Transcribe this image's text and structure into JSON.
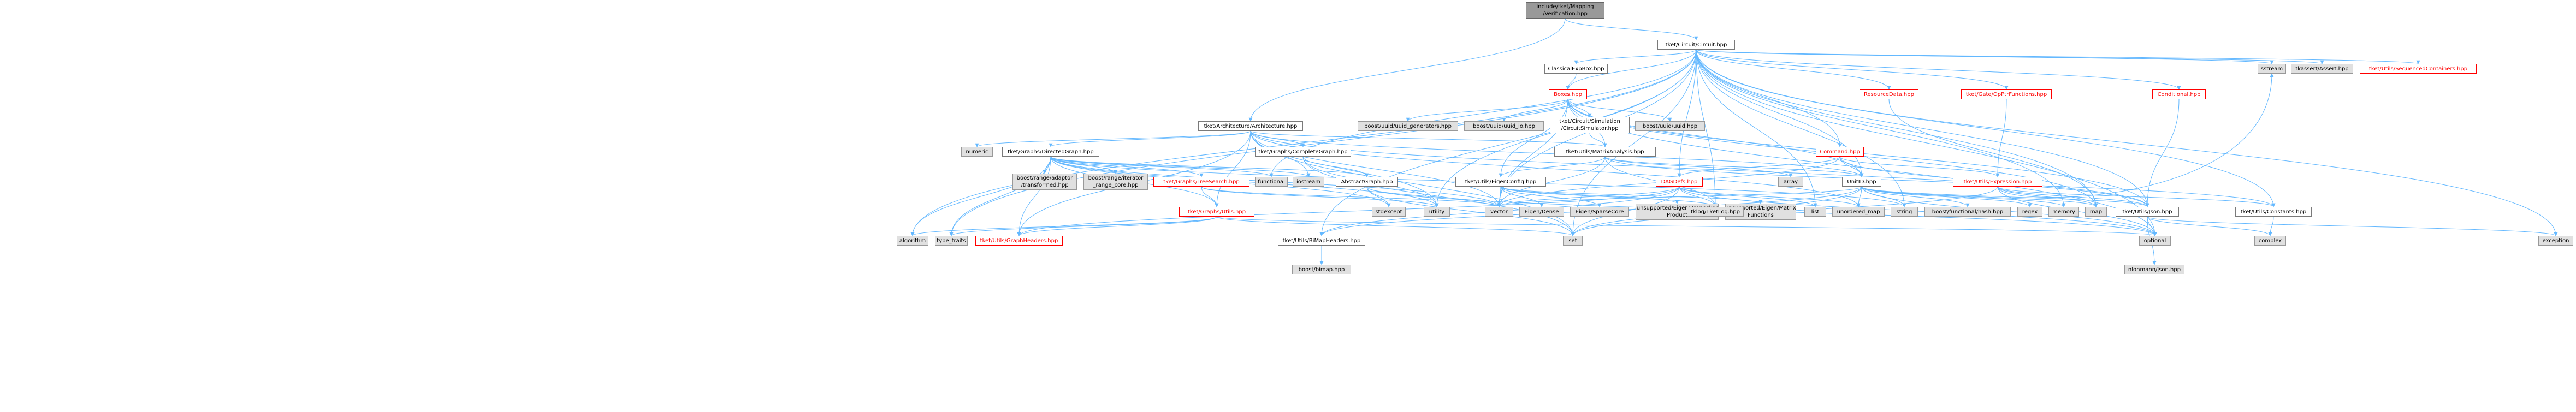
{
  "colors": {
    "edge": "#63b8ff",
    "edge_head": "#63b8ff",
    "source_fill": "#999999",
    "local_fill": "#ffffff",
    "local_border": "#666666",
    "broken_text": "#ff0000",
    "system_fill": "#e0e0e0"
  },
  "nodes": {
    "n00": {
      "label": "include/tket/Mapping\n/Verification.hpp",
      "kind": "source"
    },
    "n01": {
      "label": "tket/Circuit/Circuit.hpp",
      "kind": "local"
    },
    "n02": {
      "label": "tket/Architecture/Architecture.hpp",
      "kind": "local"
    },
    "n03": {
      "label": "ClassicalExpBox.hpp",
      "kind": "local"
    },
    "n04": {
      "label": "Boxes.hpp",
      "kind": "broken"
    },
    "n05": {
      "label": "ResourceData.hpp",
      "kind": "broken"
    },
    "n06": {
      "label": "tket/Gate/OpPtrFunctions.hpp",
      "kind": "broken"
    },
    "n07": {
      "label": "Conditional.hpp",
      "kind": "broken"
    },
    "n08": {
      "label": "sstream",
      "kind": "system"
    },
    "n09": {
      "label": "tkassert/Assert.hpp",
      "kind": "system"
    },
    "n10": {
      "label": "tket/Utils/SequencedContainers.hpp",
      "kind": "broken"
    },
    "n11": {
      "label": "boost/uuid/uuid_generators.hpp",
      "kind": "system"
    },
    "n12": {
      "label": "boost/uuid/uuid_io.hpp",
      "kind": "system"
    },
    "n13": {
      "label": "tket/Circuit/Simulation\n/CircuitSimulator.hpp",
      "kind": "local"
    },
    "n14": {
      "label": "boost/uuid/uuid.hpp",
      "kind": "system"
    },
    "n15": {
      "label": "numeric",
      "kind": "system"
    },
    "n16": {
      "label": "tket/Graphs/DirectedGraph.hpp",
      "kind": "local"
    },
    "n17": {
      "label": "tket/Graphs/CompleteGraph.hpp",
      "kind": "local"
    },
    "n18": {
      "label": "tket/Utils/MatrixAnalysis.hpp",
      "kind": "local"
    },
    "n19": {
      "label": "Command.hpp",
      "kind": "broken"
    },
    "n20": {
      "label": "boost/range/adaptor\n/transformed.hpp",
      "kind": "system"
    },
    "n21": {
      "label": "boost/range/iterator\n_range_core.hpp",
      "kind": "system"
    },
    "n22": {
      "label": "tket/Graphs/TreeSearch.hpp",
      "kind": "broken"
    },
    "n23": {
      "label": "functional",
      "kind": "system"
    },
    "n24": {
      "label": "iostream",
      "kind": "system"
    },
    "n25": {
      "label": "AbstractGraph.hpp",
      "kind": "local"
    },
    "n26": {
      "label": "tket/Utils/EigenConfig.hpp",
      "kind": "local"
    },
    "n27": {
      "label": "DAGDefs.hpp",
      "kind": "broken"
    },
    "n28": {
      "label": "array",
      "kind": "system"
    },
    "n29": {
      "label": "UnitID.hpp",
      "kind": "local"
    },
    "n30": {
      "label": "tket/Utils/Expression.hpp",
      "kind": "broken"
    },
    "n31": {
      "label": "tket/Graphs/Utils.hpp",
      "kind": "broken"
    },
    "n32": {
      "label": "stdexcept",
      "kind": "system"
    },
    "n33": {
      "label": "utility",
      "kind": "system"
    },
    "n34": {
      "label": "vector",
      "kind": "system"
    },
    "n35": {
      "label": "Eigen/Dense",
      "kind": "system"
    },
    "n36": {
      "label": "Eigen/SparseCore",
      "kind": "system"
    },
    "n37": {
      "label": "unsupported/Eigen/Kronecker\nProduct",
      "kind": "system"
    },
    "n38": {
      "label": "unsupported/Eigen/Matrix\nFunctions",
      "kind": "system"
    },
    "n39": {
      "label": "tklog/TketLog.hpp",
      "kind": "system"
    },
    "n40": {
      "label": "list",
      "kind": "system"
    },
    "n41": {
      "label": "unordered_map",
      "kind": "system"
    },
    "n42": {
      "label": "string",
      "kind": "system"
    },
    "n43": {
      "label": "boost/functional/hash.hpp",
      "kind": "system"
    },
    "n44": {
      "label": "regex",
      "kind": "system"
    },
    "n45": {
      "label": "memory",
      "kind": "system"
    },
    "n46": {
      "label": "map",
      "kind": "system"
    },
    "n47": {
      "label": "tket/Utils/Json.hpp",
      "kind": "local"
    },
    "n48": {
      "label": "tket/Utils/Constants.hpp",
      "kind": "local"
    },
    "n49": {
      "label": "algorithm",
      "kind": "system"
    },
    "n50": {
      "label": "type_traits",
      "kind": "system"
    },
    "n51": {
      "label": "tket/Utils/GraphHeaders.hpp",
      "kind": "broken"
    },
    "n52": {
      "label": "set",
      "kind": "system"
    },
    "n53": {
      "label": "tket/Utils/BiMapHeaders.hpp",
      "kind": "local"
    },
    "n54": {
      "label": "optional",
      "kind": "system"
    },
    "n55": {
      "label": "nlohmann/json.hpp",
      "kind": "system"
    },
    "n56": {
      "label": "complex",
      "kind": "system"
    },
    "n57": {
      "label": "exception",
      "kind": "system"
    },
    "n58": {
      "label": "boost/bimap.hpp",
      "kind": "system"
    }
  },
  "edges": [
    [
      "n00",
      "n01"
    ],
    [
      "n00",
      "n02"
    ],
    [
      "n01",
      "n03"
    ],
    [
      "n01",
      "n04"
    ],
    [
      "n01",
      "n05"
    ],
    [
      "n01",
      "n06"
    ],
    [
      "n01",
      "n07"
    ],
    [
      "n01",
      "n08"
    ],
    [
      "n01",
      "n09"
    ],
    [
      "n01",
      "n10"
    ],
    [
      "n01",
      "n19"
    ],
    [
      "n01",
      "n29"
    ],
    [
      "n01",
      "n27"
    ],
    [
      "n01",
      "n47"
    ],
    [
      "n01",
      "n48"
    ],
    [
      "n01",
      "n45"
    ],
    [
      "n01",
      "n46"
    ],
    [
      "n01",
      "n40"
    ],
    [
      "n01",
      "n34"
    ],
    [
      "n01",
      "n33"
    ],
    [
      "n01",
      "n49"
    ],
    [
      "n01",
      "n50"
    ],
    [
      "n01",
      "n54"
    ],
    [
      "n01",
      "n57"
    ],
    [
      "n01",
      "n23"
    ],
    [
      "n01",
      "n39"
    ],
    [
      "n01",
      "n53"
    ],
    [
      "n01",
      "n52"
    ],
    [
      "n01",
      "n42"
    ],
    [
      "n02",
      "n15"
    ],
    [
      "n02",
      "n16"
    ],
    [
      "n02",
      "n17"
    ],
    [
      "n02",
      "n29"
    ],
    [
      "n02",
      "n18"
    ],
    [
      "n02",
      "n24"
    ],
    [
      "n02",
      "n33"
    ],
    [
      "n02",
      "n34"
    ],
    [
      "n02",
      "n52"
    ],
    [
      "n02",
      "n41"
    ],
    [
      "n02",
      "n47"
    ],
    [
      "n02",
      "n51"
    ],
    [
      "n02",
      "n31"
    ],
    [
      "n03",
      "n04"
    ],
    [
      "n04",
      "n11"
    ],
    [
      "n04",
      "n12"
    ],
    [
      "n04",
      "n13"
    ],
    [
      "n04",
      "n14"
    ],
    [
      "n04",
      "n18"
    ],
    [
      "n04",
      "n26"
    ],
    [
      "n04",
      "n29"
    ],
    [
      "n04",
      "n47"
    ],
    [
      "n04",
      "n34"
    ],
    [
      "n04",
      "n46"
    ],
    [
      "n04",
      "n54"
    ],
    [
      "n05",
      "n46"
    ],
    [
      "n06",
      "n30"
    ],
    [
      "n07",
      "n47"
    ],
    [
      "n13",
      "n18"
    ],
    [
      "n16",
      "n20"
    ],
    [
      "n16",
      "n21"
    ],
    [
      "n16",
      "n22"
    ],
    [
      "n16",
      "n23"
    ],
    [
      "n16",
      "n24"
    ],
    [
      "n16",
      "n25"
    ],
    [
      "n16",
      "n31"
    ],
    [
      "n16",
      "n32"
    ],
    [
      "n16",
      "n33"
    ],
    [
      "n16",
      "n34"
    ],
    [
      "n16",
      "n49"
    ],
    [
      "n16",
      "n50"
    ],
    [
      "n16",
      "n51"
    ],
    [
      "n16",
      "n42"
    ],
    [
      "n17",
      "n25"
    ],
    [
      "n17",
      "n33"
    ],
    [
      "n17",
      "n52"
    ],
    [
      "n18",
      "n26"
    ],
    [
      "n18",
      "n28"
    ],
    [
      "n18",
      "n29"
    ],
    [
      "n18",
      "n48"
    ],
    [
      "n18",
      "n34"
    ],
    [
      "n18",
      "n39"
    ],
    [
      "n19",
      "n27"
    ],
    [
      "n19",
      "n29"
    ],
    [
      "n19",
      "n47"
    ],
    [
      "n19",
      "n30"
    ],
    [
      "n19",
      "n34"
    ],
    [
      "n22",
      "n31"
    ],
    [
      "n22",
      "n33"
    ],
    [
      "n22",
      "n34"
    ],
    [
      "n25",
      "n32"
    ],
    [
      "n25",
      "n34"
    ],
    [
      "n25",
      "n52"
    ],
    [
      "n25",
      "n54"
    ],
    [
      "n26",
      "n35"
    ],
    [
      "n26",
      "n36"
    ],
    [
      "n26",
      "n37"
    ],
    [
      "n26",
      "n38"
    ],
    [
      "n26",
      "n34"
    ],
    [
      "n26",
      "n39"
    ],
    [
      "n27",
      "n34"
    ],
    [
      "n27",
      "n40"
    ],
    [
      "n27",
      "n41"
    ],
    [
      "n27",
      "n52"
    ],
    [
      "n27",
      "n54"
    ],
    [
      "n27",
      "n51"
    ],
    [
      "n27",
      "n53"
    ],
    [
      "n27",
      "n39"
    ],
    [
      "n29",
      "n34"
    ],
    [
      "n29",
      "n41"
    ],
    [
      "n29",
      "n42"
    ],
    [
      "n29",
      "n43"
    ],
    [
      "n29",
      "n44"
    ],
    [
      "n29",
      "n45"
    ],
    [
      "n29",
      "n46"
    ],
    [
      "n29",
      "n47"
    ],
    [
      "n29",
      "n53"
    ],
    [
      "n29",
      "n54"
    ],
    [
      "n29",
      "n52"
    ],
    [
      "n30",
      "n46"
    ],
    [
      "n30",
      "n47"
    ],
    [
      "n30",
      "n48"
    ],
    [
      "n30",
      "n08"
    ],
    [
      "n30",
      "n54"
    ],
    [
      "n30",
      "n52"
    ],
    [
      "n31",
      "n49"
    ],
    [
      "n31",
      "n50"
    ],
    [
      "n31",
      "n51"
    ],
    [
      "n31",
      "n52"
    ],
    [
      "n31",
      "n54"
    ],
    [
      "n47",
      "n55"
    ],
    [
      "n47",
      "n56"
    ],
    [
      "n47",
      "n57"
    ],
    [
      "n47",
      "n54"
    ],
    [
      "n48",
      "n56"
    ],
    [
      "n53",
      "n58"
    ]
  ]
}
